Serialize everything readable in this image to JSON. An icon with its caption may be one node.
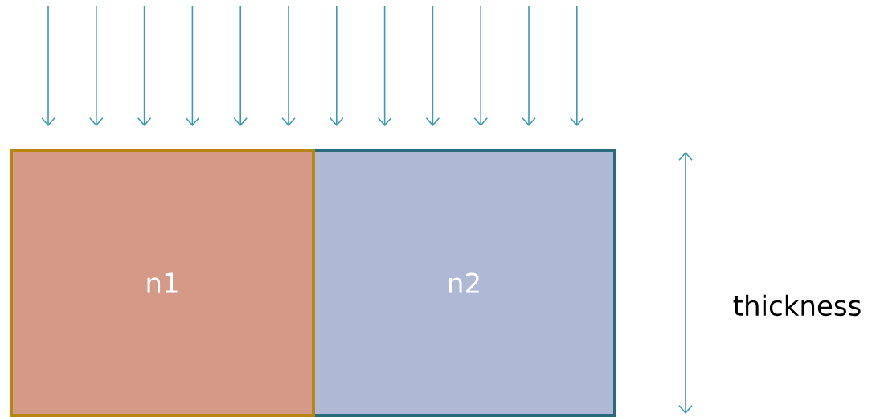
{
  "diagram": {
    "nodes": [
      {
        "text": [
          "n1"
        ]
      },
      {
        "text": [
          "n2"
        ]
      }
    ],
    "labels": [
      "thickness"
    ]
  }
}
